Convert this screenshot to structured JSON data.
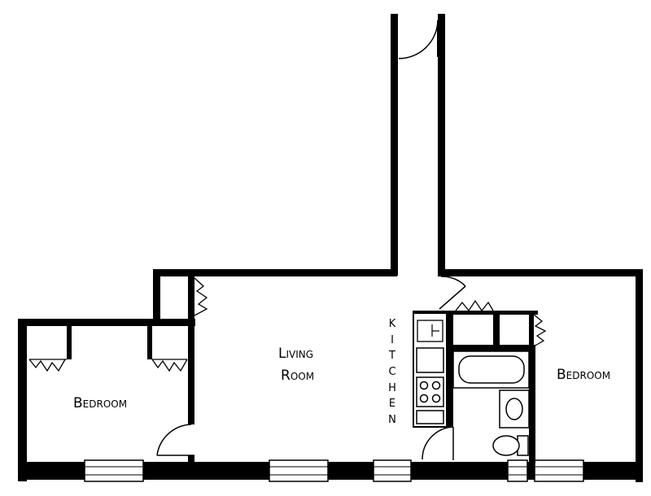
{
  "rooms": {
    "bedroom_left": {
      "first": "B",
      "rest": "EDROOM"
    },
    "living_room": {
      "line1_first": "L",
      "line1_rest": "IVING",
      "line2_first": "R",
      "line2_rest": "OOM"
    },
    "bedroom_right": {
      "first": "B",
      "rest": "EDROOM"
    },
    "kitchen": {
      "letters": [
        "K",
        "I",
        "T",
        "C",
        "H",
        "E",
        "N"
      ]
    }
  },
  "colors": {
    "wall": "#000000",
    "background": "#ffffff"
  }
}
